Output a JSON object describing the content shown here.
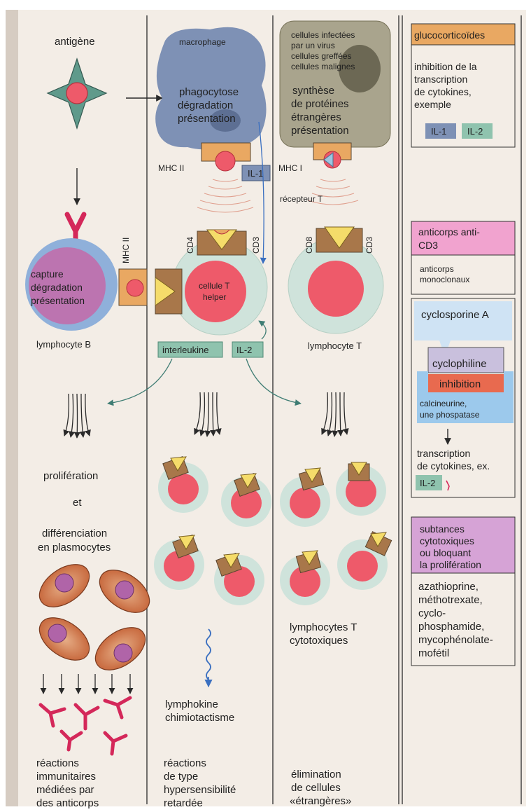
{
  "col1": {
    "antigen_label": "antigène",
    "b_cell_text": [
      "capture",
      "dégradation",
      "présentation"
    ],
    "mhc_ii_label": "MHC II",
    "b_cell_caption": "lymphocyte B",
    "outcome_lines": [
      "prolifération",
      "et",
      "différenciation",
      "en plasmocytes"
    ],
    "reaction_lines": [
      "réactions",
      "immunitaires",
      "médiées par",
      "des anticorps"
    ]
  },
  "col2": {
    "macrophage_label": "macrophage",
    "macrophage_text": [
      "phagocytose",
      "dégradation",
      "présentation"
    ],
    "mhc_ii_label": "MHC II",
    "il1_label": "IL-1",
    "cd4_label": "CD4",
    "cd3_label": "CD3",
    "th_cell_text": [
      "cellule T",
      "helper"
    ],
    "interleukine_label": "interleukine",
    "il2_label": "IL-2",
    "lymphokine_lines": [
      "lymphokine",
      "chimiotactisme"
    ],
    "reaction_lines": [
      "réactions",
      "de type",
      "hypersensibilité",
      "retardée"
    ]
  },
  "col3": {
    "infected_text": [
      "cellules infectées",
      "par un virus",
      "cellules greffées",
      "cellules malignes"
    ],
    "synthesis_text": [
      "synthèse",
      "de protéines",
      "étrangères",
      "présentation"
    ],
    "mhc_i_label": "MHC I",
    "receptor_label": "récepteur T",
    "cd8_label": "CD8",
    "cd3_label": "CD3",
    "t_cell_caption": "lymphocyte T",
    "cytotoxic_lines": [
      "lymphocytes T",
      "cytotoxiques"
    ],
    "elimination_lines": [
      "élimination",
      "de cellules",
      "«étrangères»"
    ]
  },
  "col4": {
    "glucocorticoides": {
      "title": "glucocorticoïdes",
      "text": [
        "inhibition de la",
        "transcription",
        "de cytokines,",
        "exemple"
      ],
      "il1": "IL-1",
      "il2": "IL-2"
    },
    "anti_cd3": {
      "title": [
        "anticorps anti-",
        "CD3"
      ],
      "text": [
        "anticorps",
        "monoclonaux"
      ]
    },
    "cyclosporine": {
      "title": "cyclosporine A",
      "cyclophiline": "cyclophiline",
      "inhibition": "inhibition",
      "calcineurine": [
        "calcineurine,",
        "une phospatase"
      ],
      "transcription": [
        "transcription",
        "de cytokines, ex."
      ],
      "il2": "IL-2"
    },
    "cytotoxic": {
      "title": [
        "subtances",
        "cytotoxiques",
        "ou bloquant",
        "la prolifération"
      ],
      "drugs": [
        "azathioprine,",
        "méthotrexate,",
        "cyclo-",
        "phosphamide,",
        "mycophénolate-",
        "mofétil"
      ]
    }
  },
  "colors": {
    "background": "#f3ede6",
    "blue_cell": "#8fb0da",
    "pink_nucleus": "#ee5a6a",
    "green_cell": "#cfe3db",
    "macrophage": "#7e91b5",
    "infected_cell": "#a9a48d",
    "orange_box": "#e9a862",
    "pink_box": "#f1a3cf",
    "light_blue_box": "#cfe3f4",
    "antibody": "#d4285a",
    "teal_label": "#8fc3ae"
  }
}
